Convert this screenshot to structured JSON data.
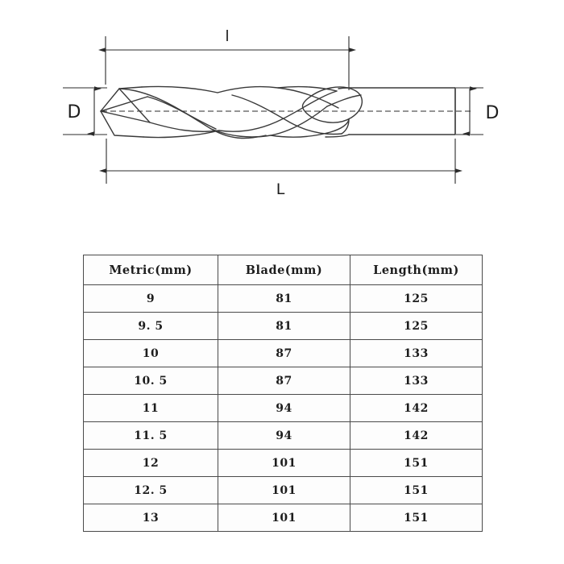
{
  "drawing": {
    "title": "twist-drill-bit-dimensioned-side-view",
    "labels": {
      "flute_length": "l",
      "overall_length": "L",
      "diameter_left": "D",
      "diameter_right": "D"
    },
    "line_color": "#3a3a3a",
    "dimension_color": "#2b2b2b",
    "centerline_style": "dashed"
  },
  "table": {
    "headers": [
      "Metric(mm)",
      "Blade(mm)",
      "Length(mm)"
    ],
    "rows": [
      [
        "9",
        "81",
        "125"
      ],
      [
        "9. 5",
        "81",
        "125"
      ],
      [
        "10",
        "87",
        "133"
      ],
      [
        "10. 5",
        "87",
        "133"
      ],
      [
        "11",
        "94",
        "142"
      ],
      [
        "11. 5",
        "94",
        "142"
      ],
      [
        "12",
        "101",
        "151"
      ],
      [
        "12. 5",
        "101",
        "151"
      ],
      [
        "13",
        "101",
        "151"
      ]
    ],
    "border_color": "#4a4a4a",
    "background": "#fdfdfd"
  }
}
